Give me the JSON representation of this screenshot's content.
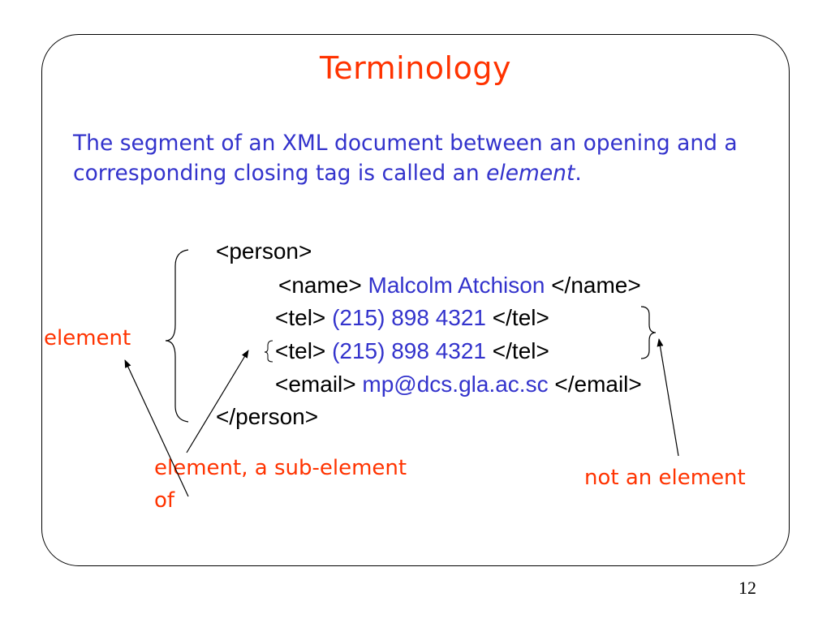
{
  "slide": {
    "title": "Terminology",
    "paragraph": {
      "text_before": "The segment of an XML document between an opening and a corresponding closing tag is called an ",
      "emphasis": "element",
      "text_after": "."
    },
    "page_number": "12"
  },
  "xml_example": {
    "person_open": "<person>",
    "name": {
      "open": "<name>",
      "value": "Malcolm Atchison",
      "close": "</name>"
    },
    "tel1": {
      "open": "<tel>",
      "value": "(215) 898 4321",
      "close": "</tel>"
    },
    "tel2": {
      "open": "<tel>",
      "value": "(215) 898 4321",
      "close": "</tel>"
    },
    "email": {
      "open": "<email>",
      "value": "mp@dcs.gla.ac.sc",
      "close": "</email>"
    },
    "person_close": "</person>"
  },
  "annotations": {
    "element": "element",
    "sub_element_line1": "element, a sub-element",
    "sub_element_line2": "of",
    "not_element": "not an element"
  },
  "colors": {
    "title": "#ff3300",
    "paragraph": "#3333cc",
    "xml_values": "#3333cc",
    "annotations": "#ff3300"
  }
}
